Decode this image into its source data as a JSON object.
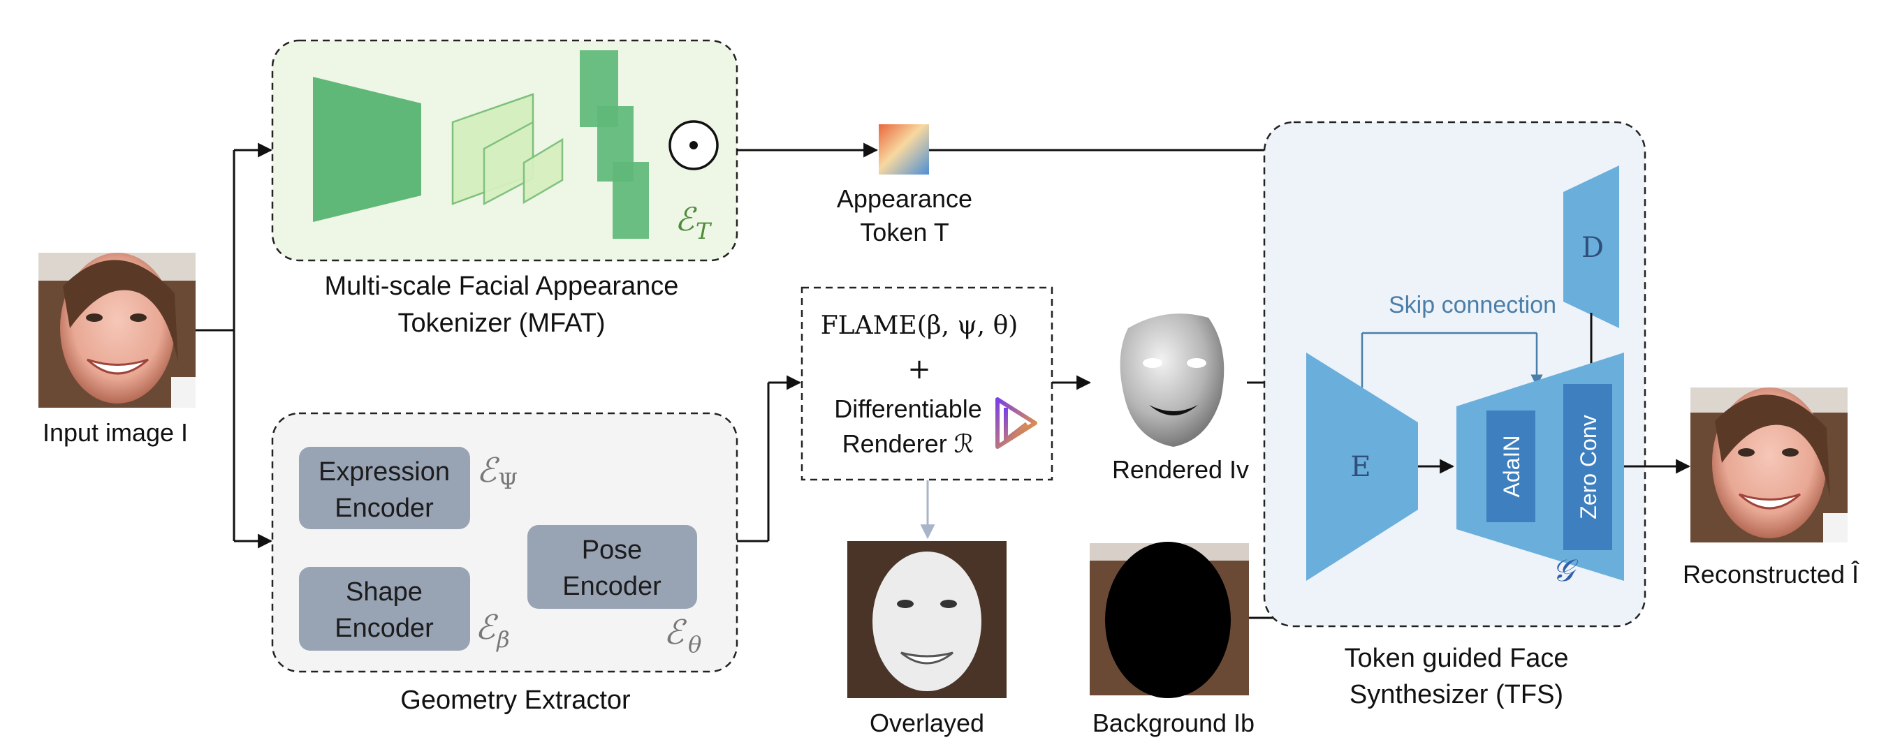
{
  "labels": {
    "input_image": "Input image I",
    "mfat_title": "Multi-scale Facial Appearance",
    "mfat_subtitle": "Tokenizer (MFAT)",
    "mfat_symbol": "ℰT",
    "odot_symbol": "⊙",
    "appearance_token_line1": "Appearance",
    "appearance_token_line2": "Token T",
    "geometry_extractor": "Geometry Extractor",
    "expression_encoder_line1": "Expression",
    "expression_encoder_line2": "Encoder",
    "expression_symbol": "ℰΨ",
    "shape_encoder_line1": "Shape",
    "shape_encoder_line2": "Encoder",
    "shape_symbol": "ℰβ",
    "pose_encoder_line1": "Pose",
    "pose_encoder_line2": "Encoder",
    "pose_symbol": "ℰθ",
    "flame_formula": "FLAME(β, ψ, θ)",
    "plus_sign": "+",
    "renderer_line1": "Differentiable",
    "renderer_line2": "Renderer ℛ",
    "overlayed": "Overlayed",
    "rendered": "Rendered Iv",
    "background": "Background Ib",
    "skip_connection": "Skip connection",
    "encoder_block": "E",
    "decoder_block": "D",
    "adain_block": "AdaIN",
    "zero_conv_block": "Zero Conv",
    "generator_symbol": "𝒢",
    "tfs_title_line1": "Token guided Face",
    "tfs_title_line2": "Synthesizer (TFS)",
    "reconstructed": "Reconstructed Î"
  },
  "colors": {
    "mfat_fill": "#eef6e6",
    "geometry_fill": "#f4f4f4",
    "tfs_fill": "#edf3f9",
    "green_dark": "#5fb878",
    "green_light": "#d6efc0",
    "encoder_gray": "#98a3b4",
    "block_blue": "#6aaedc",
    "inner_blue": "#3d7fbf",
    "skip_color": "#4a7ea8"
  }
}
